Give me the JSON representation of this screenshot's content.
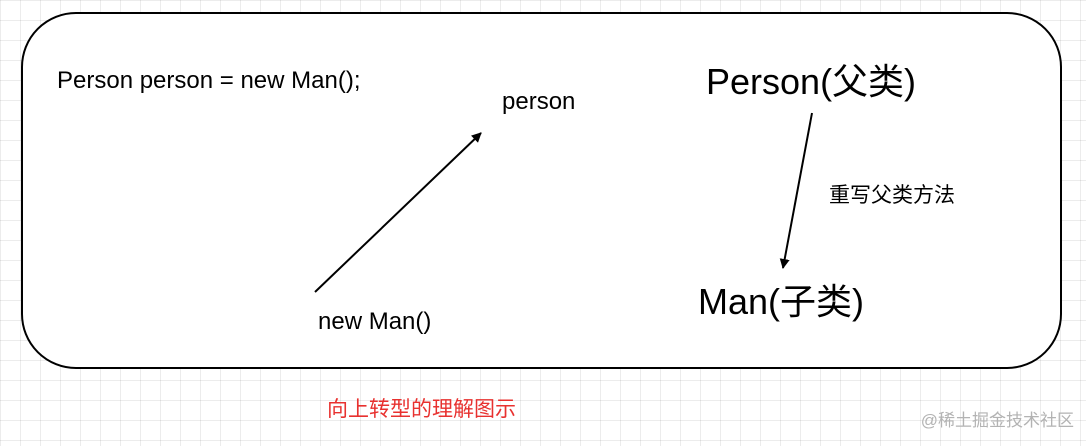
{
  "diagram": {
    "code_line": "Person person = new Man();",
    "reference_label": "person",
    "instance_label": "new Man()",
    "parent_class_label": "Person(父类)",
    "child_class_label": "Man(子类)",
    "override_label": "重写父类方法",
    "caption": "向上转型的理解图示",
    "watermark": "@稀土掘金技术社区"
  },
  "colors": {
    "caption": "#e8312f",
    "stroke": "#000000",
    "watermark": "#b3b3b3"
  }
}
